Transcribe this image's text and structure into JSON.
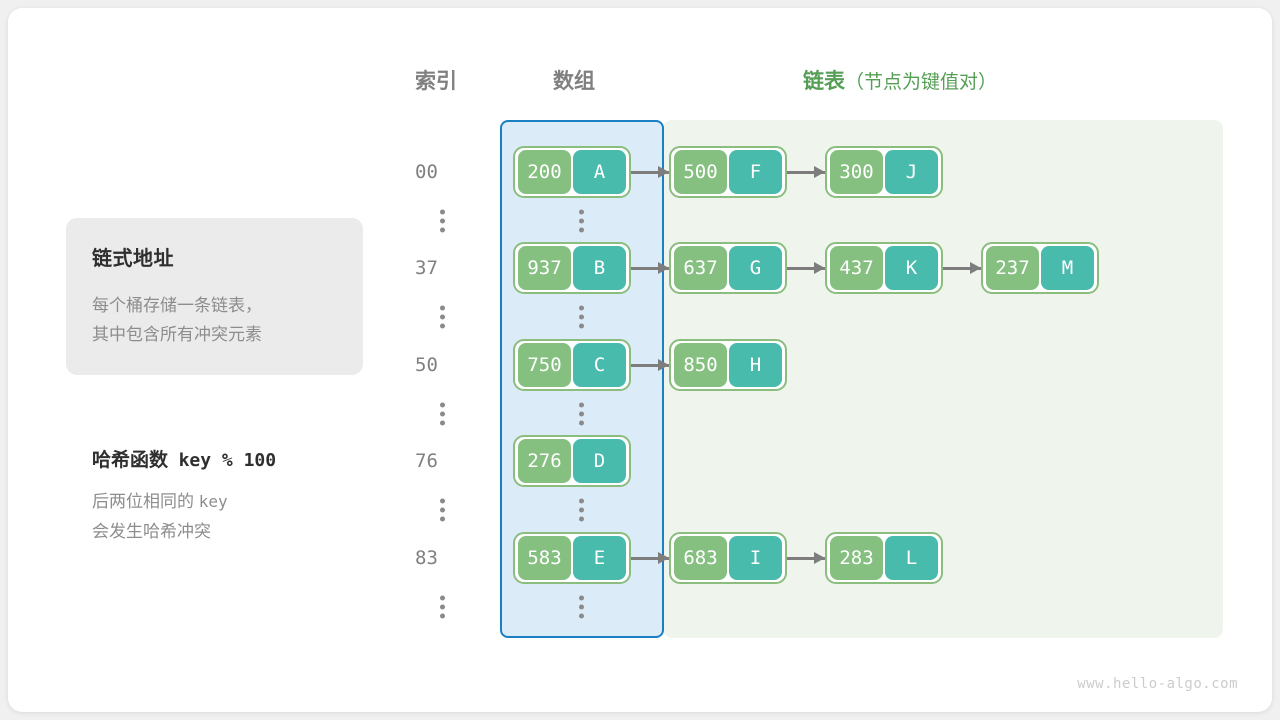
{
  "headers": {
    "index": "索引",
    "array": "数组",
    "list_main": "链表",
    "list_sub": "（节点为键值对）"
  },
  "info_card": {
    "title": "链式地址",
    "desc": "每个桶存储一条链表，\n其中包含所有冲突元素"
  },
  "hash_note": {
    "title_label": "哈希函数",
    "title_formula": "key % 100",
    "desc_line1_a": "后两位相同的",
    "desc_line1_b": "key",
    "desc_line2": "会发生哈希冲突"
  },
  "colors": {
    "key_box": "#86c081",
    "value_box": "#49bbad",
    "node_border": "#8bbd7f",
    "array_bg": "#dcebf8",
    "array_border": "#1b7fc4",
    "list_bg": "#eff5ed",
    "arrow": "#7d7d7d",
    "accent_green": "#569e56",
    "index_text": "#808080",
    "card_bg": "#ebebeb"
  },
  "buckets": [
    {
      "index": "00",
      "nodes": [
        {
          "key": "200",
          "value": "A",
          "in_array": true
        },
        {
          "key": "500",
          "value": "F",
          "in_array": false
        },
        {
          "key": "300",
          "value": "J",
          "in_array": false
        }
      ]
    },
    {
      "index": "37",
      "nodes": [
        {
          "key": "937",
          "value": "B",
          "in_array": true
        },
        {
          "key": "637",
          "value": "G",
          "in_array": false
        },
        {
          "key": "437",
          "value": "K",
          "in_array": false
        },
        {
          "key": "237",
          "value": "M",
          "in_array": false
        }
      ]
    },
    {
      "index": "50",
      "nodes": [
        {
          "key": "750",
          "value": "C",
          "in_array": true
        },
        {
          "key": "850",
          "value": "H",
          "in_array": false
        }
      ]
    },
    {
      "index": "76",
      "nodes": [
        {
          "key": "276",
          "value": "D",
          "in_array": true
        }
      ]
    },
    {
      "index": "83",
      "nodes": [
        {
          "key": "583",
          "value": "E",
          "in_array": true
        },
        {
          "key": "683",
          "value": "I",
          "in_array": false
        },
        {
          "key": "283",
          "value": "L",
          "in_array": false
        }
      ]
    }
  ],
  "ellipsis_count": 5,
  "watermark": "www.hello-algo.com"
}
